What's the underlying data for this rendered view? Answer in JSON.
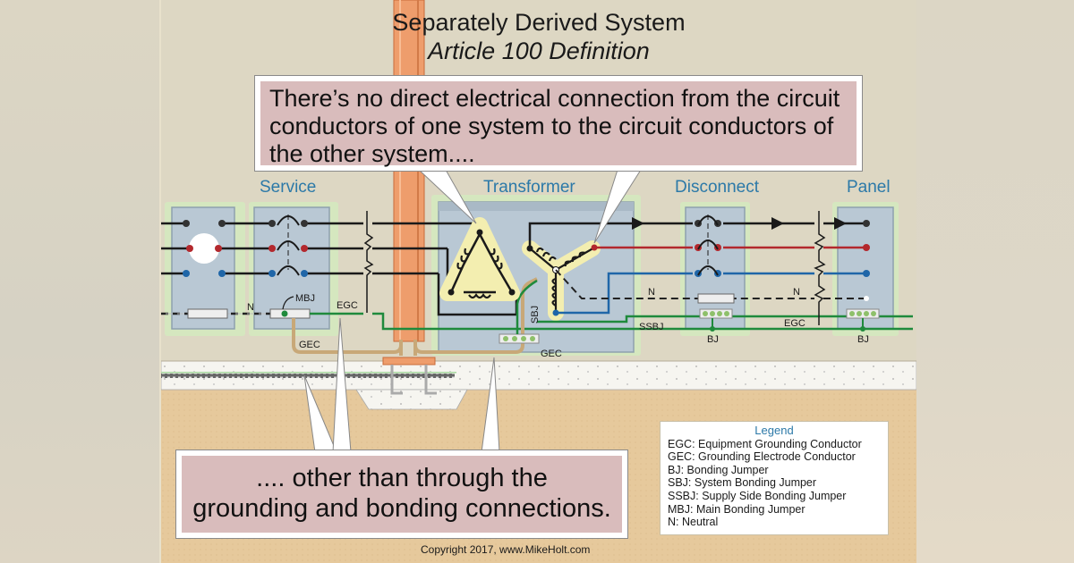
{
  "title": {
    "line1": "Separately Derived System",
    "line2": "Article 100 Definition"
  },
  "callouts": {
    "top": "There’s no direct electrical connection from the circuit conductors of one system to the circuit conductors of the other system....",
    "bottom_line1": ".... other than through the",
    "bottom_line2": "grounding and bonding connections."
  },
  "sections": {
    "service": "Service",
    "transformer": "Transformer",
    "disconnect": "Disconnect",
    "panel": "Panel"
  },
  "wire_labels": {
    "mbj": "MBJ",
    "n_service": "N",
    "egc_service": "EGC",
    "gec_service": "GEC",
    "sbj": "SBJ",
    "ssbj": "SSBJ",
    "gec_transformer": "GEC",
    "n_disconnect": "N",
    "bj_disconnect": "BJ",
    "egc_panel": "EGC",
    "bj_panel": "BJ"
  },
  "legend": {
    "title": "Legend",
    "items": [
      "EGC: Equipment Grounding Conductor",
      "GEC: Grounding Electrode Conductor",
      "BJ: Bonding Jumper",
      "SBJ: System Bonding Jumper",
      "SSBJ: Supply Side Bonding Jumper",
      "MBJ: Main Bonding Jumper",
      "N: Neutral"
    ]
  },
  "copyright": "Copyright 2017, www.MikeHolt.com",
  "colors": {
    "phase_a": "#1a1a1a",
    "phase_b": "#b3282d",
    "phase_c": "#1f66a8",
    "ground": "#1f8a3c",
    "gec": "#c8a878",
    "enclosure": "#b9c8d4",
    "section_label": "#2c79a8",
    "callout_fill": "#d9bcbc"
  }
}
